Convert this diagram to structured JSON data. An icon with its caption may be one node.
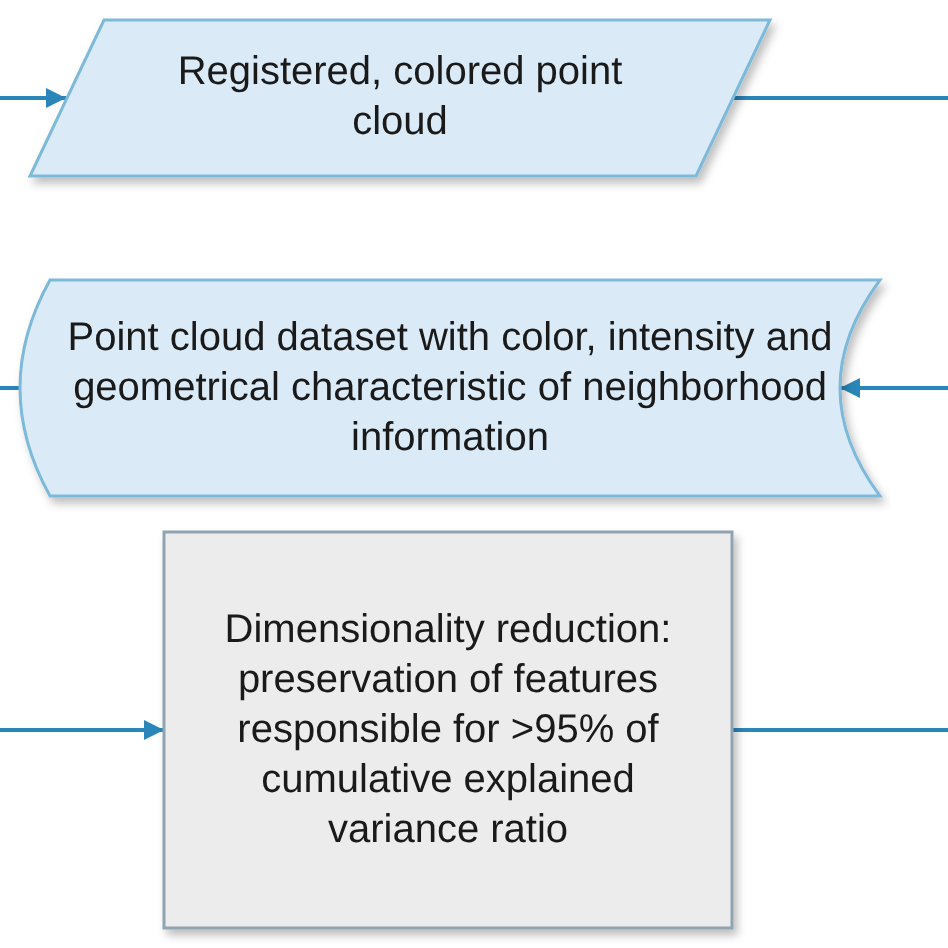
{
  "diagram": {
    "nodes": [
      {
        "text": [
          "Registered, colored point cloud"
        ]
      },
      {
        "text": [
          "Point cloud dataset with color, intensity and geometrical characteristic of neighborhood information"
        ]
      },
      {
        "text": [
          "Dimensionality reduction: preservation of features responsible for >95% of cumulative explained variance ratio"
        ]
      }
    ],
    "edges": [
      {
        "from": null,
        "to": 0,
        "arrow": "to"
      },
      {
        "from": 0,
        "to": null,
        "arrow": "none"
      },
      {
        "from": 1,
        "to": null,
        "arrow": "none"
      },
      {
        "from": null,
        "to": 1,
        "arrow": "to"
      },
      {
        "from": null,
        "to": 2,
        "arrow": "to"
      },
      {
        "from": 2,
        "to": null,
        "arrow": "none"
      }
    ]
  }
}
